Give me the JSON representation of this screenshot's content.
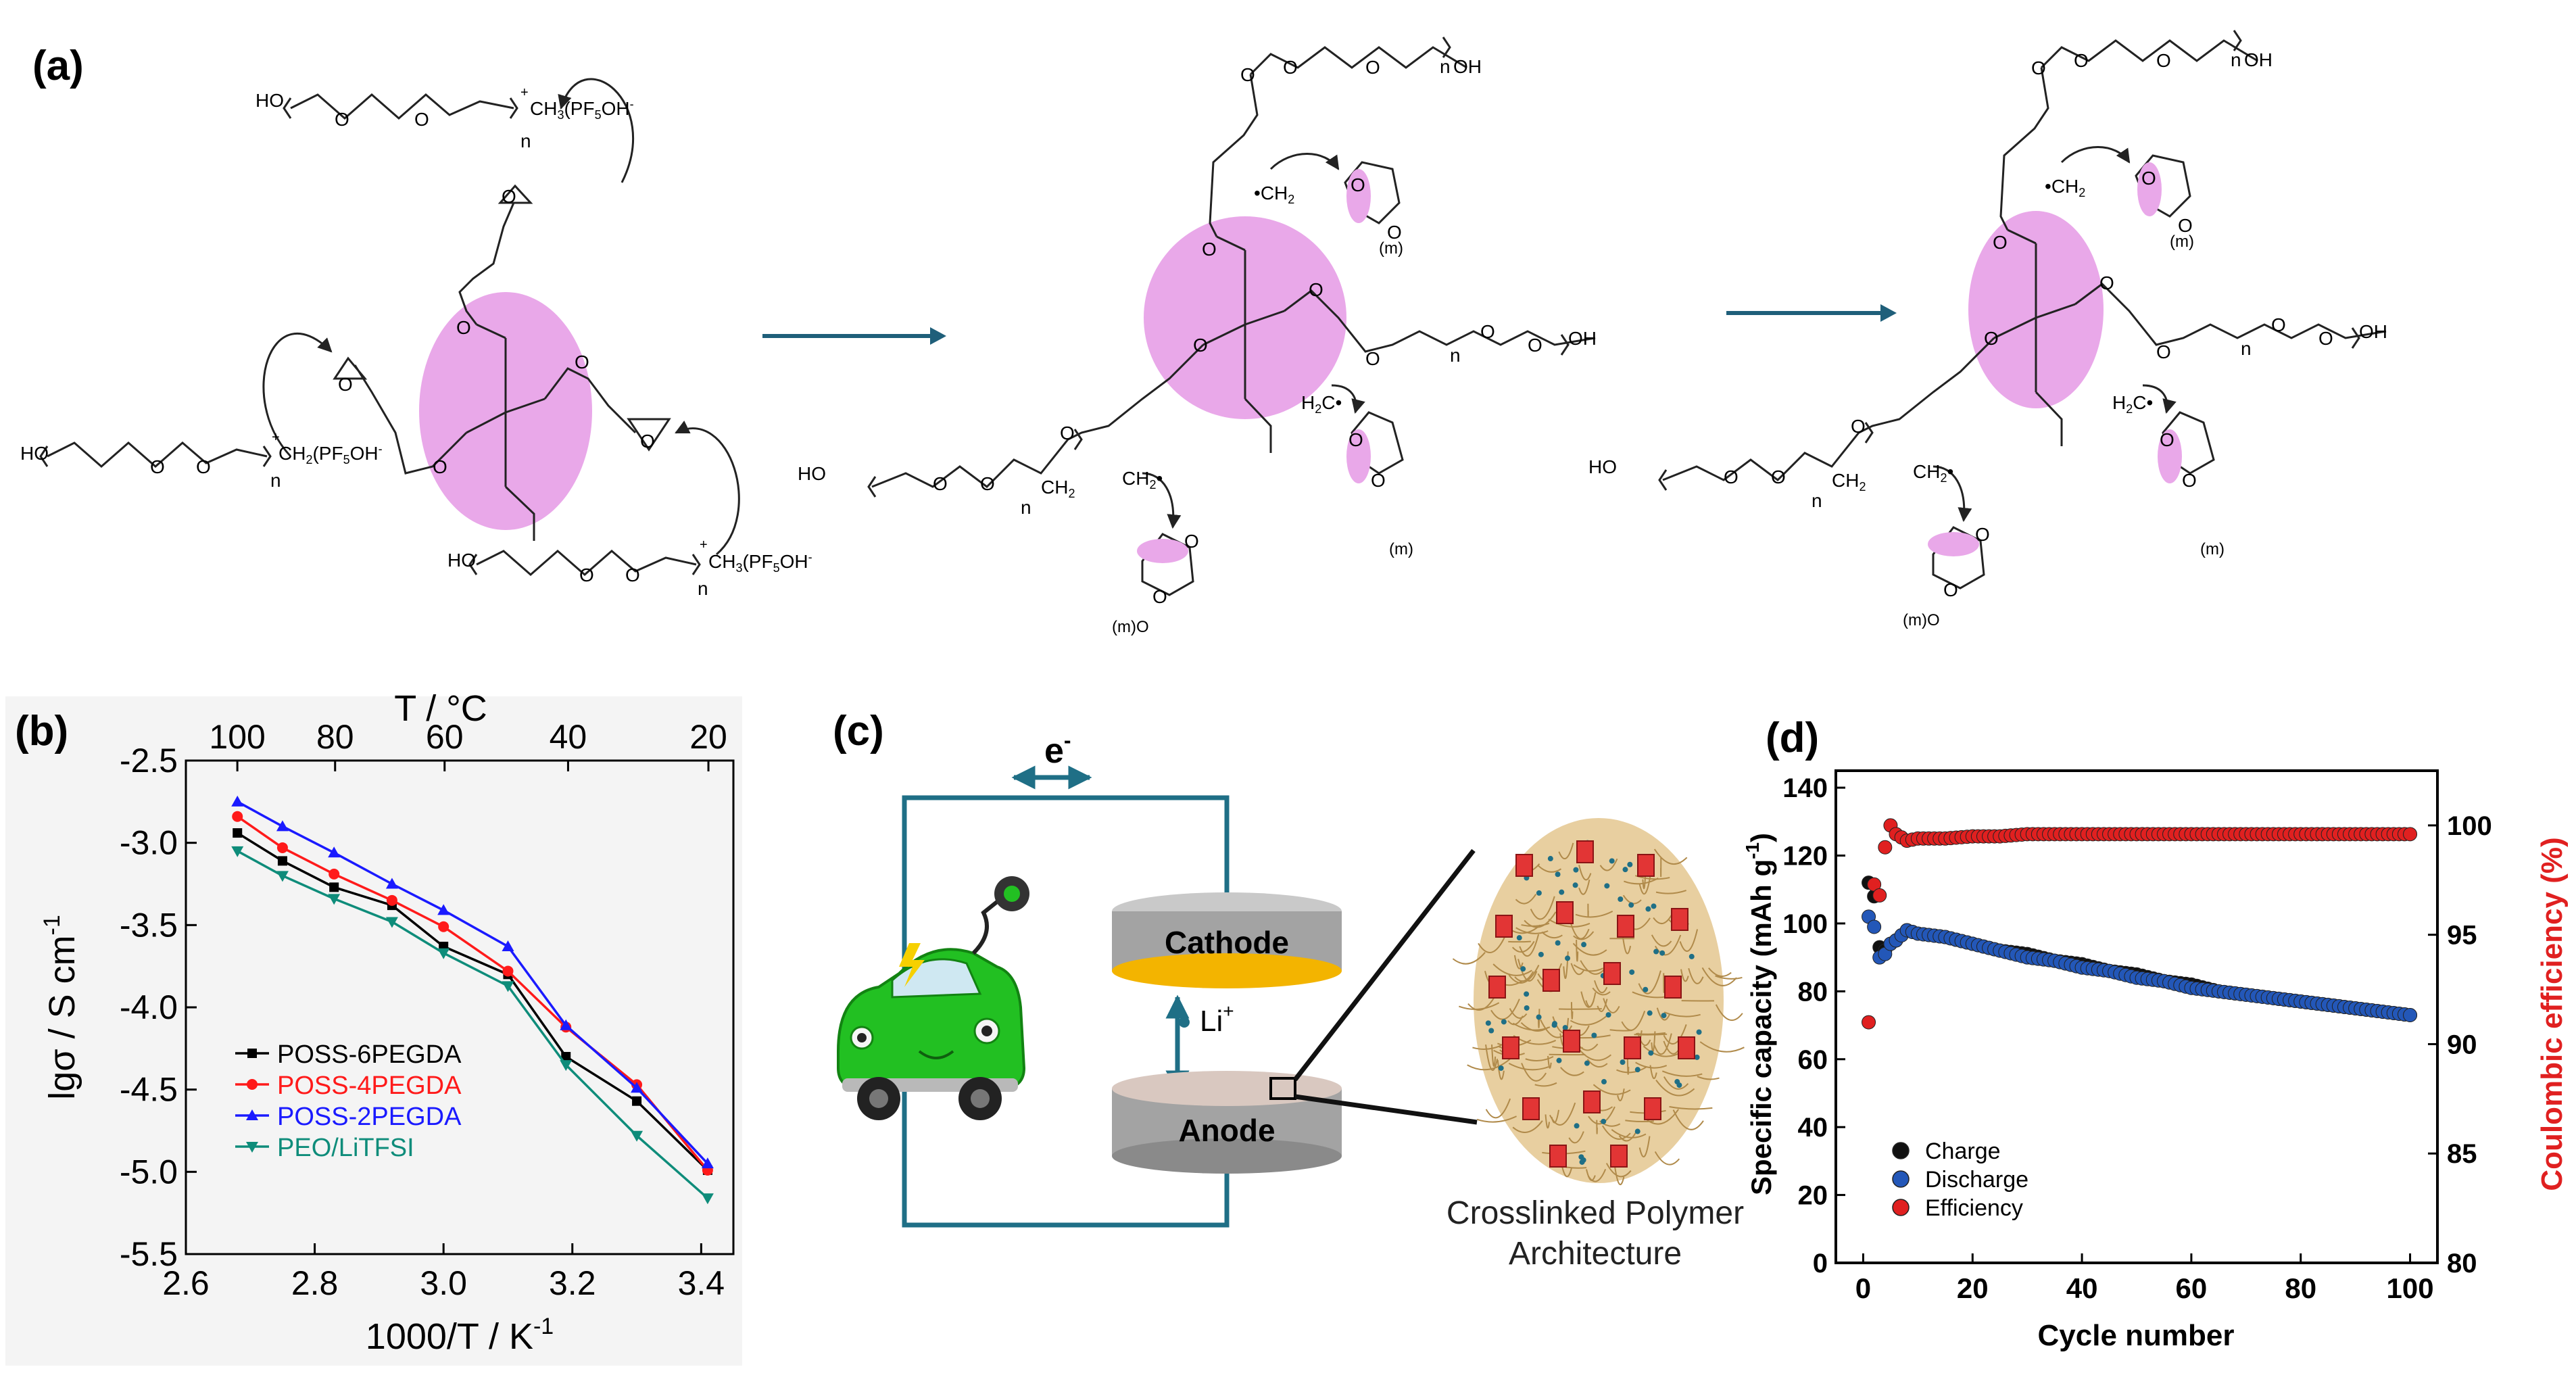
{
  "panel_labels": {
    "a": "(a)",
    "b": "(b)",
    "c": "(c)",
    "d": "(d)"
  },
  "scheme": {
    "chain_ho": "HO",
    "chain_oh": "OH",
    "o": "O",
    "n": "n",
    "m": "(m)",
    "mo": "(m)O",
    "plus": "+",
    "ch2_group": "CH",
    "ch2_sub": "2",
    "pf5_group": "(PF",
    "pf5_sub": "5",
    "pf5_tail": "OH",
    "minus": "-",
    "ch3_group": "CH",
    "ch3_sub": "3",
    "h2c_group": "H",
    "h2c_sub": "2",
    "h2c_tail": "C",
    "dot": "•",
    "colors": {
      "core": "#e9a8e9",
      "arrow": "#1f5f7a",
      "line": "#222222"
    }
  },
  "chart_b": {
    "title_top": "T / °C",
    "xlabel": "1000/T / K",
    "xlabel_sup": "-1",
    "ylabel": "lgσ / S cm",
    "ylabel_sup": "-1",
    "top_ticks": [
      "100",
      "80",
      "60",
      "40",
      "20"
    ],
    "x_ticks": [
      "2.6",
      "2.8",
      "3.0",
      "3.2",
      "3.4"
    ],
    "y_ticks": [
      "-2.5",
      "-3.0",
      "-3.5",
      "-4.0",
      "-4.5",
      "-5.0",
      "-5.5"
    ]
  },
  "chart_d": {
    "xlabel": "Cycle number",
    "ylabel_left": "Specific capacity (mAh g",
    "ylabel_left_sup": "-1",
    "ylabel_left_tail": ")",
    "ylabel_right": "Coulombic efficiency (%)",
    "x_ticks": [
      "0",
      "20",
      "40",
      "60",
      "80",
      "100"
    ],
    "y_ticks_left": [
      "0",
      "20",
      "40",
      "60",
      "80",
      "100",
      "120",
      "140"
    ],
    "y_ticks_right": [
      "80",
      "85",
      "90",
      "95",
      "100"
    ]
  },
  "diagram_c": {
    "electron": "e",
    "electron_sup": "-",
    "cathode": "Cathode",
    "anode": "Anode",
    "li": "Li",
    "li_sup": "+",
    "caption_line1": "Crosslinked Polymer",
    "caption_line2": "Architecture",
    "colors": {
      "wire": "#1f6f86",
      "cathode": "#f3b400",
      "electrode": "#a3a3a3",
      "car": "#22c022",
      "block": "#e23535"
    }
  },
  "chart_data": [
    {
      "type": "line",
      "title": "",
      "xlabel": "1000/T / K-1",
      "ylabel": "lgσ / S cm-1",
      "secondary_x": {
        "label": "T / °C",
        "ticks": [
          100,
          80,
          60,
          40,
          20
        ]
      },
      "xlim": [
        2.6,
        3.45
      ],
      "ylim": [
        -5.5,
        -2.5
      ],
      "grid": false,
      "legend_position": "lower-left",
      "x": [
        2.68,
        2.75,
        2.83,
        2.92,
        3.0,
        3.1,
        3.19,
        3.3,
        3.41
      ],
      "series": [
        {
          "name": "POSS-6PEGDA",
          "color": "#000000",
          "marker": "square",
          "values": [
            -2.94,
            -3.11,
            -3.27,
            -3.38,
            -3.63,
            -3.8,
            -4.3,
            -4.57,
            -4.99
          ]
        },
        {
          "name": "POSS-4PEGDA",
          "color": "#ff1a1a",
          "marker": "circle",
          "values": [
            -2.84,
            -3.03,
            -3.19,
            -3.35,
            -3.51,
            -3.78,
            -4.12,
            -4.47,
            -4.99
          ]
        },
        {
          "name": "POSS-2PEGDA",
          "color": "#1a1aff",
          "marker": "triangle-up",
          "values": [
            -2.75,
            -2.9,
            -3.06,
            -3.25,
            -3.41,
            -3.63,
            -4.11,
            -4.49,
            -4.95
          ]
        },
        {
          "name": "PEO/LiTFSI",
          "color": "#0e8c7a",
          "marker": "triangle-down",
          "values": [
            -3.05,
            -3.2,
            -3.34,
            -3.48,
            -3.67,
            -3.87,
            -4.35,
            -4.78,
            -5.16
          ]
        }
      ]
    },
    {
      "type": "scatter",
      "title": "",
      "xlabel": "Cycle number",
      "ylabel": "Specific capacity (mAh g-1)",
      "ylabel_right": "Coulombic efficiency (%)",
      "xlim": [
        -5,
        105
      ],
      "ylim": [
        0,
        145
      ],
      "ylim_right": [
        80,
        102.5
      ],
      "grid": false,
      "legend_position": "lower-left",
      "x": [
        1,
        2,
        3,
        4,
        5,
        6,
        8,
        10,
        15,
        20,
        25,
        30,
        35,
        40,
        45,
        50,
        55,
        60,
        65,
        70,
        75,
        80,
        85,
        90,
        95,
        100
      ],
      "series": [
        {
          "name": "Charge",
          "color": "#111111",
          "axis": "left",
          "values": [
            112,
            108,
            93,
            92,
            94,
            95,
            98,
            97,
            96,
            94,
            92,
            91,
            89,
            88,
            86,
            85,
            83,
            82,
            80,
            79,
            78,
            77,
            76,
            75,
            74,
            73
          ]
        },
        {
          "name": "Discharge",
          "color": "#2357b8",
          "axis": "left",
          "values": [
            102,
            99,
            90,
            91,
            94,
            95,
            98,
            97,
            96,
            94,
            92,
            90,
            89,
            87,
            86,
            84,
            83,
            81,
            80,
            79,
            78,
            77,
            76,
            75,
            74,
            73
          ]
        },
        {
          "name": "Efficiency",
          "color": "#e02020",
          "axis": "right",
          "values": [
            91.0,
            97.3,
            96.8,
            99.0,
            100.0,
            99.6,
            99.3,
            99.4,
            99.4,
            99.5,
            99.5,
            99.6,
            99.6,
            99.6,
            99.6,
            99.6,
            99.6,
            99.6,
            99.6,
            99.6,
            99.6,
            99.6,
            99.6,
            99.6,
            99.6,
            99.6
          ]
        }
      ]
    }
  ]
}
